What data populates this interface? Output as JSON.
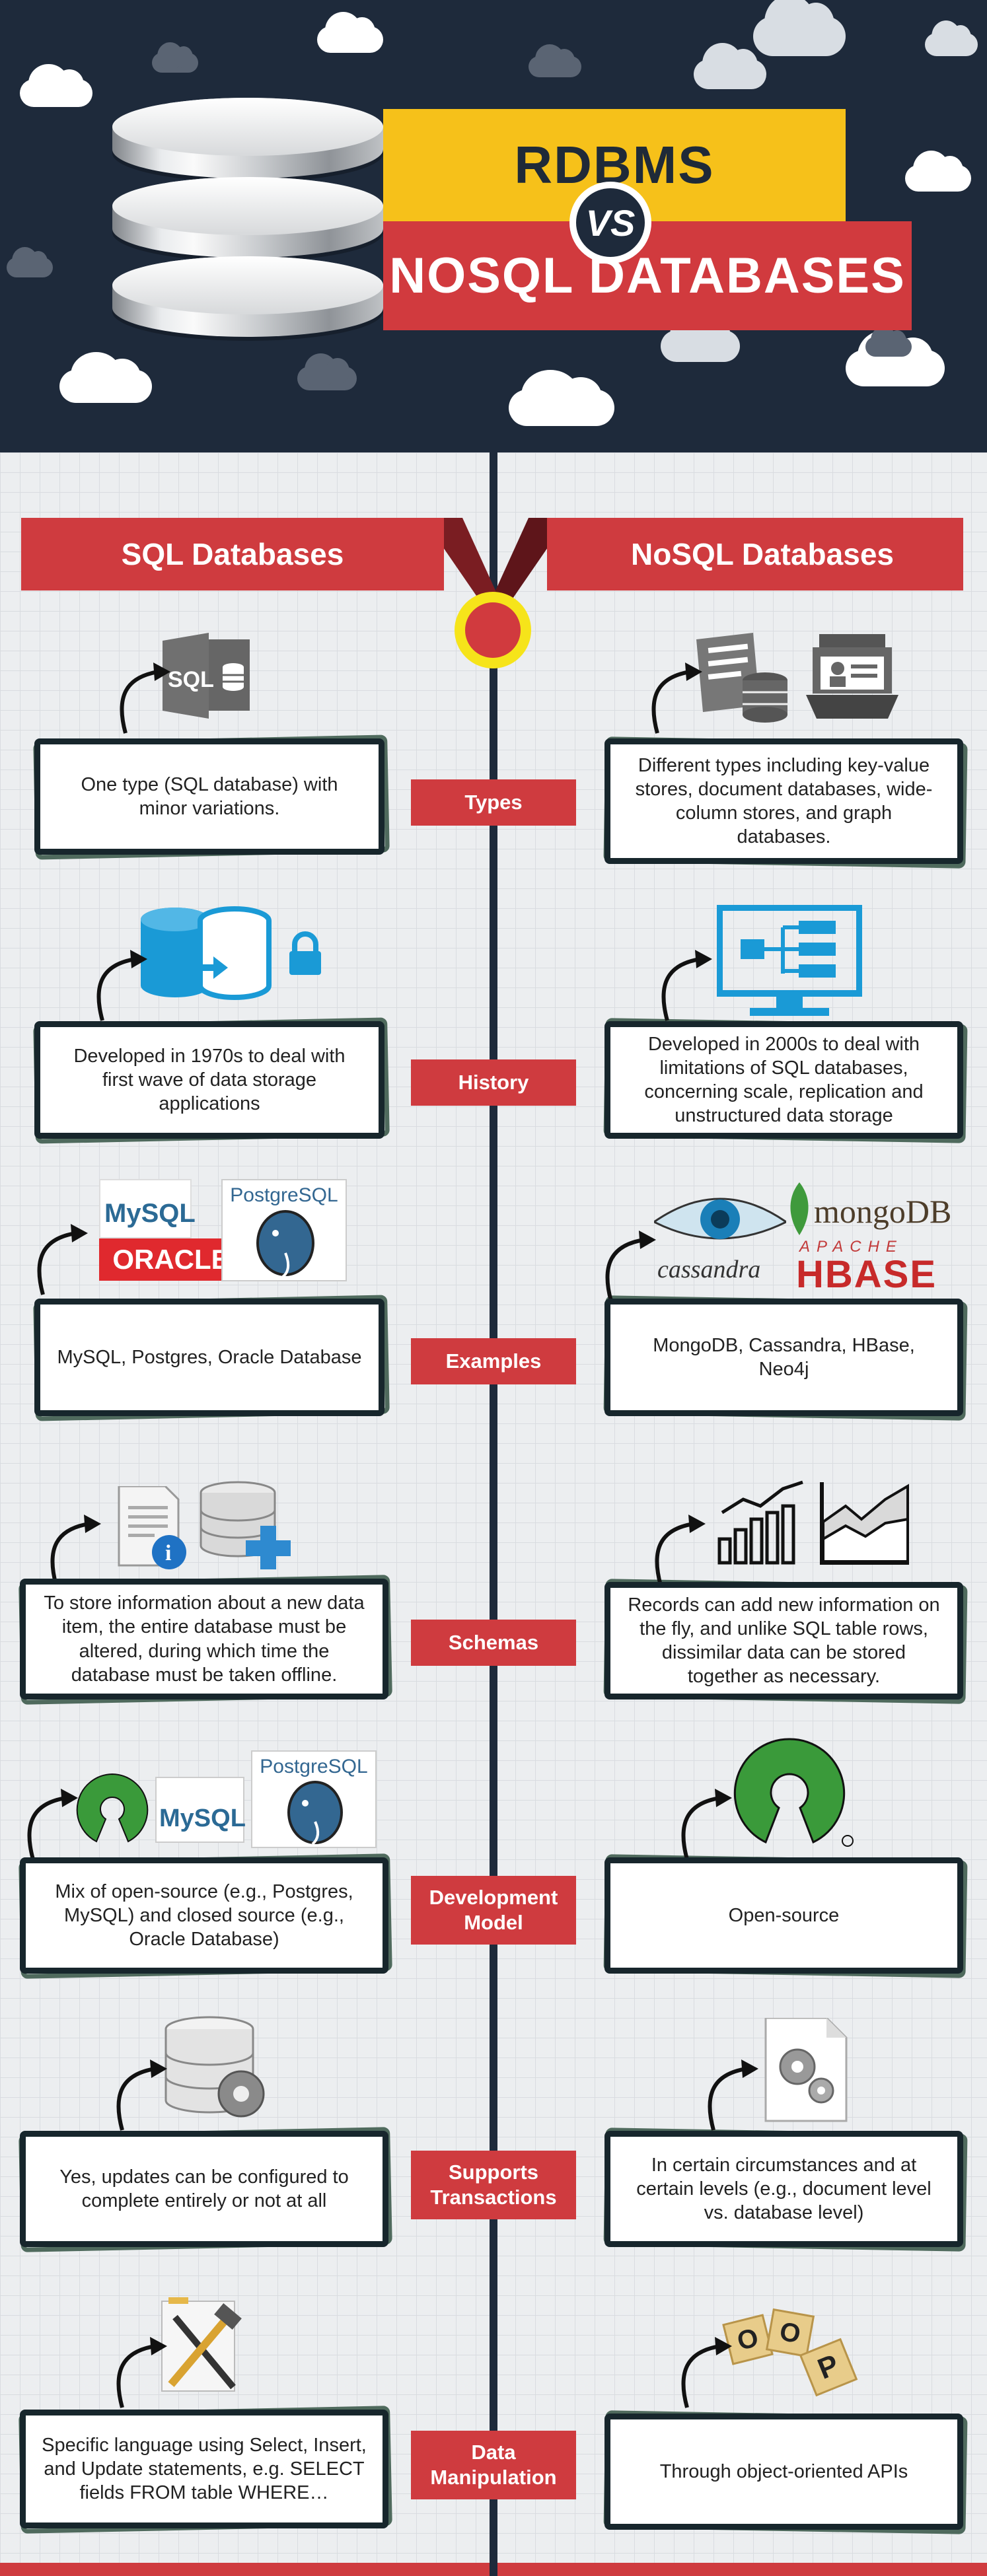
{
  "header": {
    "title_top": "RDBMS",
    "vs": "VS",
    "title_bottom": "NOSQL DATABASES"
  },
  "columns": {
    "left": "SQL Databases",
    "right": "NoSQL Databases"
  },
  "rows": [
    {
      "label": "Types",
      "left": "One type (SQL database) with minor variations.",
      "right": "Different types including key-value stores, document databases, wide-column stores, and graph databases."
    },
    {
      "label": "History",
      "left": "Developed in 1970s to deal with first wave of data storage applications",
      "right": "Developed in 2000s to deal with limitations of SQL databases, concerning scale, replication and unstructured data storage"
    },
    {
      "label": "Examples",
      "left": "MySQL, Postgres, Oracle Database",
      "right": "MongoDB, Cassandra, HBase, Neo4j"
    },
    {
      "label": "Schemas",
      "left": "To store information about a new data item, the entire database must be altered, during which time the database must be taken offline.",
      "right": "Records can add new information on the fly, and unlike SQL table rows, dissimilar data can be stored together as necessary."
    },
    {
      "label": "Development Model",
      "left": "Mix of open-source (e.g., Postgres, MySQL) and closed source (e.g., Oracle Database)",
      "right": "Open-source"
    },
    {
      "label": "Supports Transactions",
      "left": "Yes, updates can be configured to complete entirely or not at all",
      "right": "In certain circumstances and at certain levels (e.g., document level vs. database level)"
    },
    {
      "label": "Data Manipulation",
      "left": "Specific language using Select, Insert, and Update statements, e.g. SELECT fields FROM table WHERE…",
      "right": "Through object-oriented APIs"
    }
  ],
  "logos": {
    "sql": "SQL",
    "mysql": "MySQL",
    "oracle": "ORACLE",
    "postgres": "PostgreSQL",
    "mongodb": "mongoDB",
    "cassandra": "cassandra",
    "apache": "APACHE",
    "hbase": "HBASE",
    "scrabble": [
      "O",
      "O",
      "P"
    ]
  },
  "colors": {
    "navy": "#1e2a3b",
    "red": "#cf3b3f",
    "yellow": "#f6c11a",
    "blue": "#1a9ad6",
    "green": "#3a9a3a"
  },
  "icons": [
    "sql-file-icon",
    "documents-database-icon",
    "profile-card-icon",
    "database-transfer-icon",
    "lock-icon",
    "monitor-hierarchy-icon",
    "document-info-icon",
    "database-plus-icon",
    "bar-chart-icon",
    "area-chart-icon",
    "open-source-icon",
    "database-gear-icon",
    "gear-document-icon",
    "tools-icon",
    "scrabble-tiles-icon",
    "curved-arrow-icon"
  ]
}
